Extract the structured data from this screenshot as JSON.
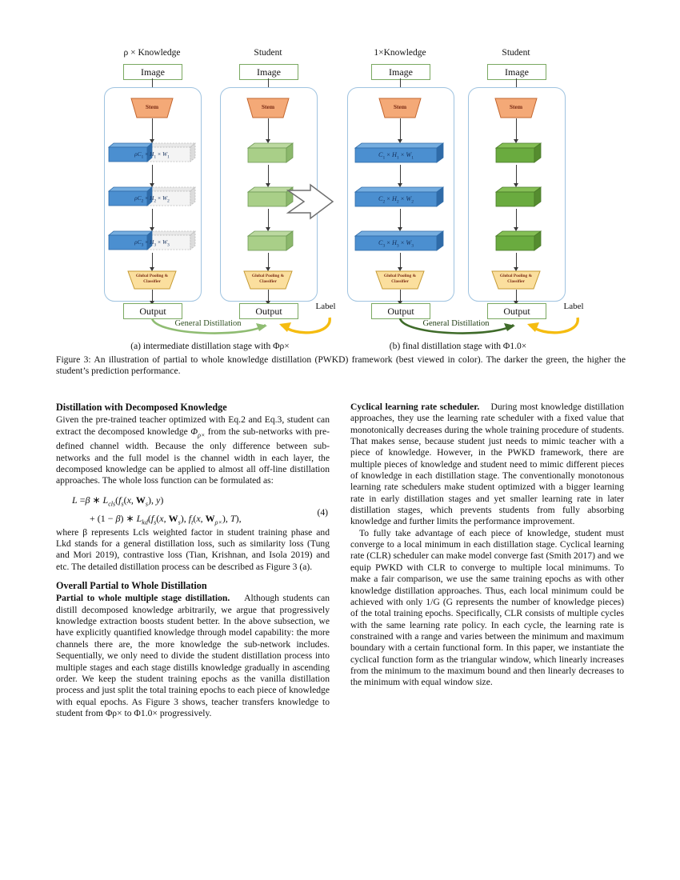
{
  "figure": {
    "panels": [
      {
        "id": "a",
        "subcaption": "(a) intermediate distillation stage with Φρ×",
        "teacher_title": "ρ × Knowledge",
        "student_title": "Student",
        "image_label": "Image",
        "stem_label": "Stem",
        "pool_label_line1": "Global Pooling &",
        "pool_label_line2": "Classifier",
        "output_label": "Output",
        "label_label": "Label",
        "distillation_label": "General Distillation",
        "teacher_blocks": [
          {
            "prefix": "ρC",
            "idx": "1",
            "dims": "H",
            "didx": "1",
            "w": "W",
            "widx": "1",
            "partial": true
          },
          {
            "prefix": "ρC",
            "idx": "2",
            "dims": "H",
            "didx": "2",
            "w": "W",
            "widx": "2",
            "partial": true
          },
          {
            "prefix": "ρC",
            "idx": "3",
            "dims": "H",
            "didx": "3",
            "w": "W",
            "widx": "3",
            "partial": true
          }
        ],
        "student_block_color": "#a9cf88",
        "student_block_side": "#8cb86c",
        "distillation_arrow_color": "#8fbc72"
      },
      {
        "id": "b",
        "subcaption": "(b) final distillation stage with Φ1.0×",
        "teacher_title": "1×Knowledge",
        "student_title": "Student",
        "image_label": "Image",
        "stem_label": "Stem",
        "pool_label_line1": "Global Pooling &",
        "pool_label_line2": "Classifier",
        "output_label": "Output",
        "label_label": "Label",
        "distillation_label": "General Distillation",
        "teacher_blocks": [
          {
            "prefix": "C",
            "idx": "1",
            "dims": "H",
            "didx": "1",
            "w": "W",
            "widx": "1",
            "partial": false
          },
          {
            "prefix": "C",
            "idx": "2",
            "dims": "H",
            "didx": "2",
            "w": "W",
            "widx": "2",
            "partial": false
          },
          {
            "prefix": "C",
            "idx": "3",
            "dims": "H",
            "didx": "3",
            "w": "W",
            "widx": "3",
            "partial": false
          }
        ],
        "student_block_color": "#6aab3f",
        "student_block_side": "#558c2f",
        "distillation_arrow_color": "#3f6b2a"
      }
    ],
    "colors": {
      "teacher_block_fill": "#4b8fd0",
      "teacher_block_top": "#76aee0",
      "teacher_block_side": "#2f6ba8",
      "ghost_block": "#d9d9d9",
      "stem_fill": "#f4a977",
      "stem_stroke": "#c2662f",
      "pool_fill": "#fbdf9e",
      "pool_stroke": "#c49a33",
      "label_arrow": "#f5bc10",
      "container_stroke": "#9fc3e0",
      "node_stroke": "#7aa861"
    },
    "caption": "Figure 3: An illustration of partial to whole knowledge distillation (PWKD) framework (best viewed in color). The darker the green, the higher the student’s prediction performance."
  },
  "left_column": {
    "heading1": "Distillation with Decomposed Knowledge",
    "para1_a": "Given the pre-trained teacher optimized with Eq.2 and Eq.3, student can extract the decomposed knowledge ",
    "para1_sym": "Φρ×",
    "para1_b": " from the sub-networks with pre-defined channel width. Because the only difference between sub-networks and the full model is the channel width in each layer, the decomposed knowledge can be applied to almost all off-line distillation approaches. The whole loss function can be formulated as:",
    "equation": {
      "line1": "L = β ∗ Lcls(fs(x, Ws), y)",
      "line2": "+ (1 − β) ∗ Lkd(fs(x, Ws), ft(x, Wρ×), T ),",
      "number": "(4)"
    },
    "para2": "where β represents Lcls weighted factor in student training phase and Lkd stands for a general distillation loss, such as similarity loss (Tung and Mori 2019), contrastive loss (Tian, Krishnan, and Isola 2019) and etc. The detailed distillation process can be described as Figure 3 (a).",
    "heading2": "Overall Partial to Whole Distillation",
    "para3_runin": "Partial to whole multiple stage distillation.",
    "para3": "Although students can distill decomposed knowledge arbitrarily, we argue that progressively knowledge extraction boosts student better. In the above subsection, we have explicitly quantified knowledge through model capability: the more channels there are, the more knowledge the sub-network includes. Sequentially, we only need to divide the student distillation process into multiple stages and each stage distills knowledge gradually in ascending order. We keep the student training epochs as the vanilla distillation process and just split the total training epochs to each piece of knowledge with equal epochs. As Figure 3 shows, teacher transfers knowledge to student from Φρ× to Φ1.0× progressively."
  },
  "right_column": {
    "para1_runin": "Cyclical learning rate scheduler.",
    "para1": "During most knowledge distillation approaches, they use the learning rate scheduler with a fixed value that monotonically decreases during the whole training procedure of students. That makes sense, because student just needs to mimic teacher with a piece of knowledge. However, in the PWKD framework, there are multiple pieces of knowledge and student need to mimic different pieces of knowledge in each distillation stage. The conventionally monotonous learning rate schedulers make student optimized with a bigger learning rate in early distillation stages and yet smaller learning rate in later distillation stages, which prevents students from fully absorbing knowledge and further limits the performance improvement.",
    "para2": "To fully take advantage of each piece of knowledge, student must converge to a local minimum in each distillation stage. Cyclical learning rate (CLR) scheduler can make model converge fast (Smith 2017) and we equip PWKD with CLR to converge to multiple local minimums. To make a fair comparison, we use the same training epochs as with other knowledge distillation approaches. Thus, each local minimum could be achieved with only 1/G (G represents the number of knowledge pieces) of the total training epochs. Specifically, CLR consists of multiple cycles with the same learning rate policy. In each cycle, the learning rate is constrained with a range and varies between the minimum and maximum boundary with a certain functional form. In this paper, we instantiate the cyclical function form as the triangular window, which linearly increases from the minimum to the maximum bound and then linearly decreases to the minimum with equal window size."
  }
}
